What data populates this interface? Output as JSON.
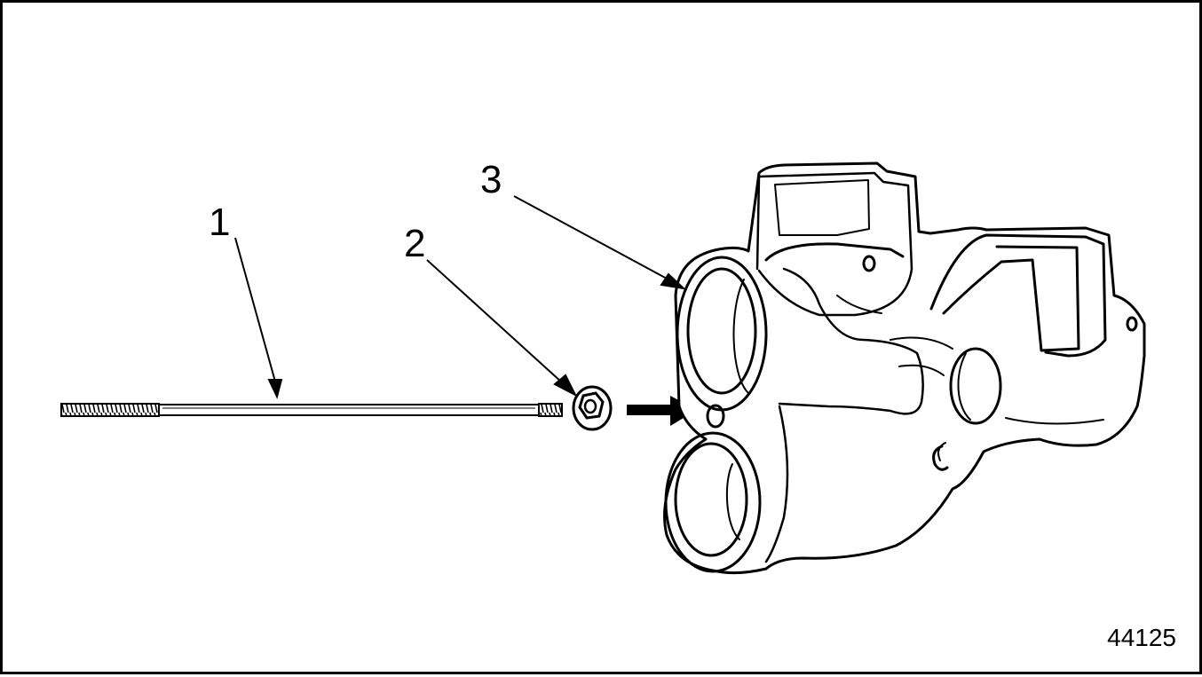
{
  "callouts": [
    {
      "id": "stud",
      "label": "1"
    },
    {
      "id": "nut",
      "label": "2"
    },
    {
      "id": "manifold",
      "label": "3"
    }
  ],
  "figure_number": "44125",
  "colors": {
    "line": "#000000",
    "background": "#ffffff"
  }
}
